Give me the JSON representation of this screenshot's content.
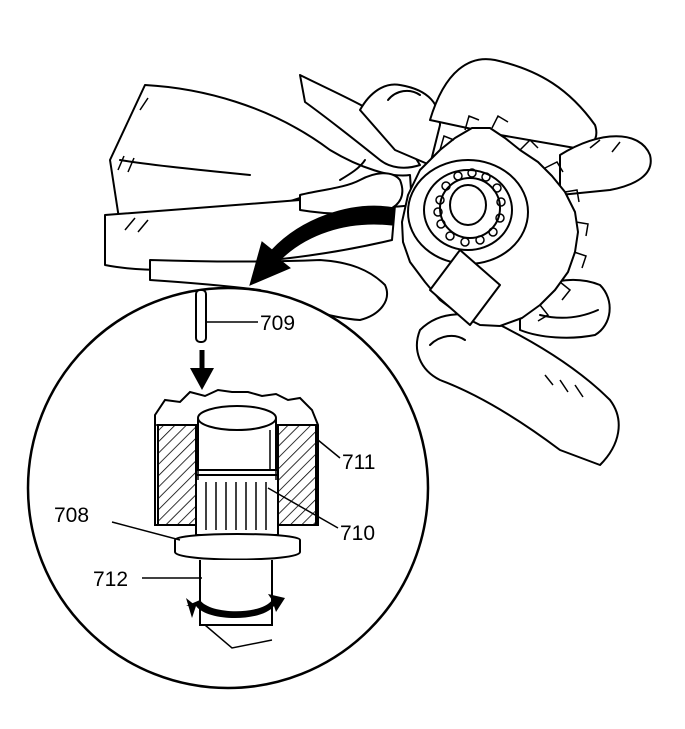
{
  "figure": {
    "callouts": {
      "c709": "709",
      "c711": "711",
      "c708": "708",
      "c710": "710",
      "c712": "712"
    },
    "colors": {
      "line": "#000000",
      "background": "#ffffff"
    }
  }
}
